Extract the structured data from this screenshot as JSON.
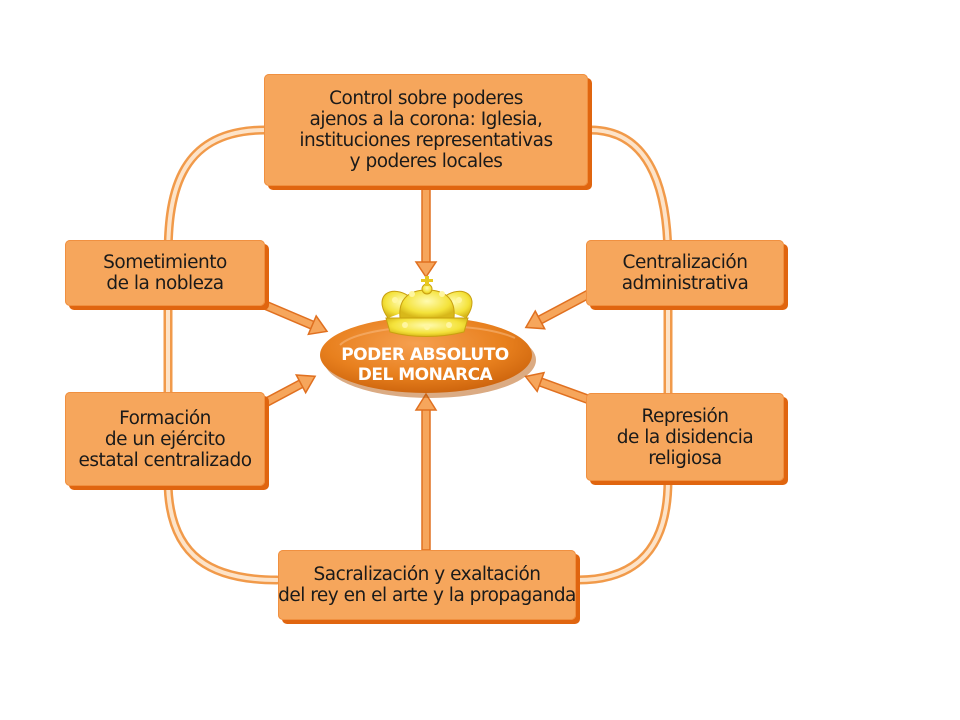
{
  "center": {
    "lines": [
      "PODER ABSOLUTO",
      "DEL MONARCA"
    ]
  },
  "boxes": {
    "top": {
      "lines": [
        "Control sobre poderes",
        "ajenos a la corona: Iglesia,",
        "instituciones representativas",
        "y poderes locales"
      ]
    },
    "upper_left": {
      "lines": [
        "Sometimiento",
        "de la nobleza"
      ]
    },
    "upper_right": {
      "lines": [
        "Centralización",
        "administrativa"
      ]
    },
    "lower_left": {
      "lines": [
        "Formación",
        "de un ejército",
        "estatal centralizado"
      ]
    },
    "lower_right": {
      "lines": [
        "Represión",
        "de la disidencia",
        "religiosa"
      ]
    },
    "bottom": {
      "lines": [
        "Sacralización y exaltación",
        "del rey en el arte y la propaganda"
      ]
    }
  },
  "colors": {
    "box_fill": "#f6a65c",
    "box_shadow": "#e0650f",
    "ellipse": "#e8801e",
    "crown": "#f4e23a",
    "connector": "#f19a4a"
  },
  "icons": {
    "crown": "crown-icon"
  }
}
